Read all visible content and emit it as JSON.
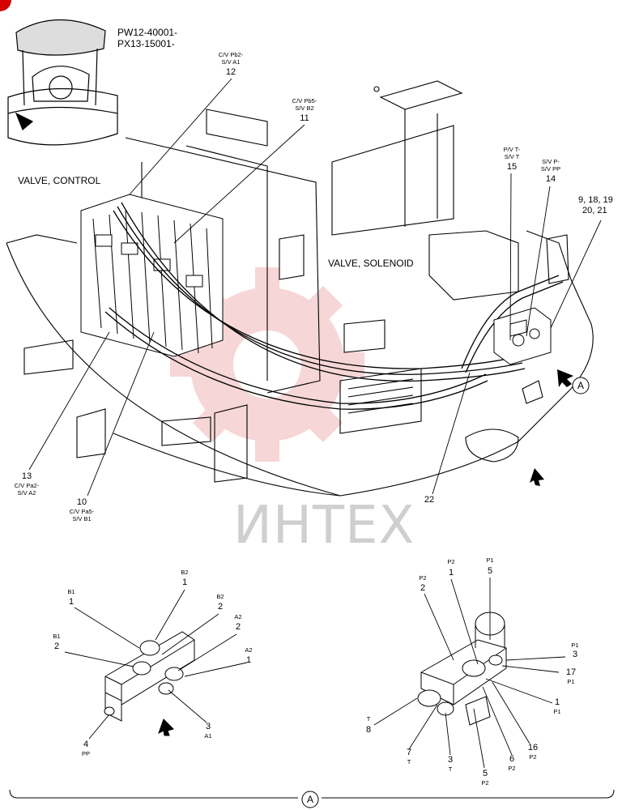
{
  "applicability": [
    "PW12-40001-",
    "PX13-15001-"
  ],
  "watermark": "ИНТЕХ",
  "titles": {
    "valve_control": "VALVE, CONTROL",
    "valve_solenoid": "VALVE, SOLENOID"
  },
  "view_marker": "A",
  "callouts_main": [
    {
      "id": "12",
      "sub": [
        "C/V Pb2-",
        "S/V A1"
      ]
    },
    {
      "id": "11",
      "sub": [
        "C/V Pb5-",
        "S/V B2"
      ]
    },
    {
      "id": "15",
      "sub": [
        "P/V T-",
        "S/V T"
      ]
    },
    {
      "id": "14",
      "sub": [
        "S/V P-",
        "S/V PP"
      ]
    },
    {
      "id": "9, 18, 19",
      "sub": []
    },
    {
      "id": "20, 21",
      "sub": []
    },
    {
      "id": "13",
      "sub": [
        "C/V Pa2-",
        "S/V A2"
      ]
    },
    {
      "id": "10",
      "sub": [
        "C/V Pa5-",
        "S/V B1"
      ]
    },
    {
      "id": "22",
      "sub": []
    }
  ],
  "callouts_left": [
    {
      "port": "B2",
      "num": "1"
    },
    {
      "port": "B1",
      "num": "1"
    },
    {
      "port": "B2",
      "num": "2"
    },
    {
      "port": "A2",
      "num": "2"
    },
    {
      "port": "B1",
      "num": "2"
    },
    {
      "port": "A2",
      "num": "1"
    },
    {
      "port": "A1",
      "num": "3"
    },
    {
      "port": "PP",
      "num": "4"
    }
  ],
  "callouts_right": [
    {
      "port": "P2",
      "num": "1"
    },
    {
      "port": "P1",
      "num": "5"
    },
    {
      "port": "P2",
      "num": "2"
    },
    {
      "port": "P1",
      "num": "3"
    },
    {
      "port": "P1",
      "num": "17"
    },
    {
      "port": "P1",
      "num": "1"
    },
    {
      "port": "T",
      "num": "8"
    },
    {
      "port": "P2",
      "num": "16"
    },
    {
      "port": "P2",
      "num": "6"
    },
    {
      "port": "T",
      "num": "7"
    },
    {
      "port": "T",
      "num": "3"
    },
    {
      "port": "P2",
      "num": "5"
    }
  ]
}
